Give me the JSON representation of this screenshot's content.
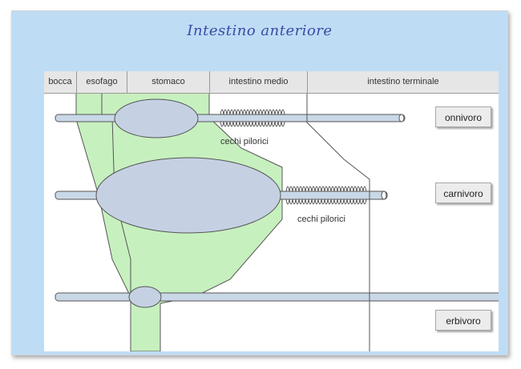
{
  "title": "Intestino anteriore",
  "header": {
    "columns": [
      "bocca",
      "esofago",
      "stomaco",
      "intestino medio",
      "intestino terminale"
    ]
  },
  "animals": {
    "omnivore": "onnivoro",
    "carnivore": "carnivoro",
    "herbivore": "erbivoro"
  },
  "annotations": {
    "ceca_omnivore": "cechi pilorici",
    "ceca_carnivore": "cechi pilorici"
  },
  "colors": {
    "frame_bg": "#bfdcf5",
    "title": "#3b4aa3",
    "foregut_fill": "#c7f0bf",
    "tube_fill": "#c9d8e6",
    "organ_fill": "#c5d1e3"
  }
}
